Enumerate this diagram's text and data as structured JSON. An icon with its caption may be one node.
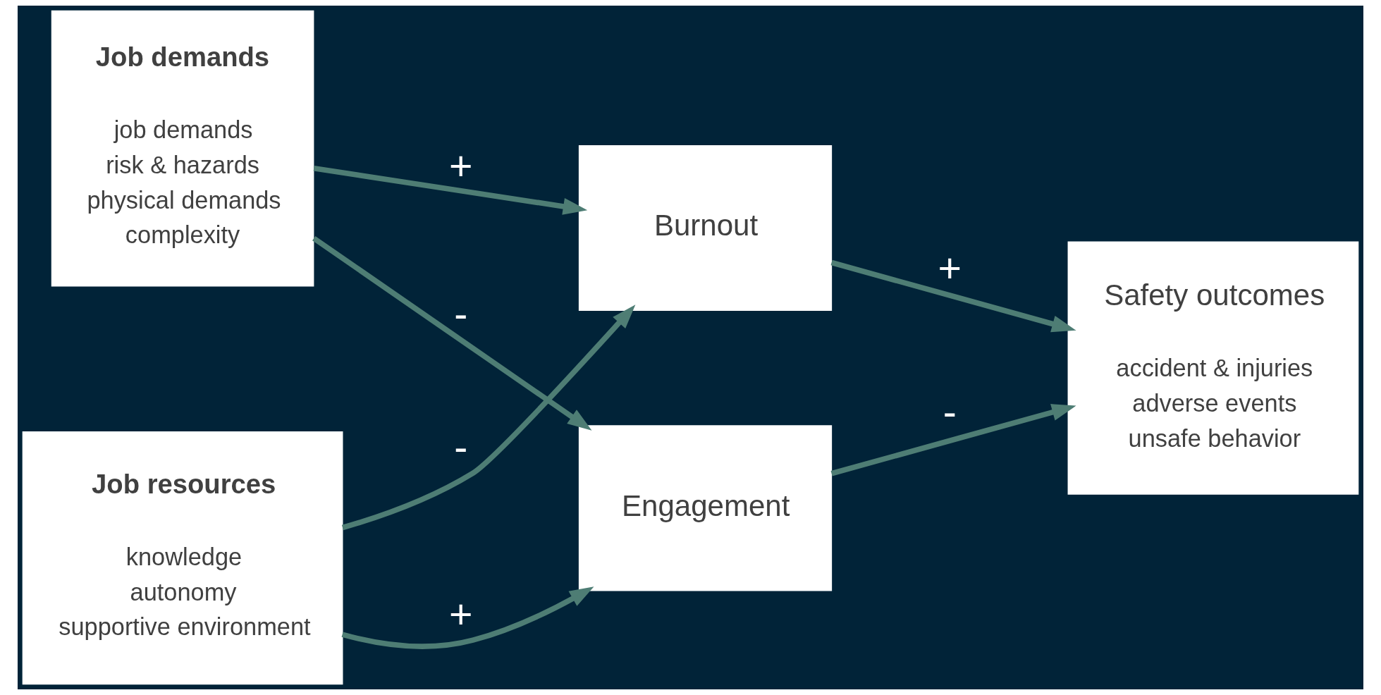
{
  "diagram": {
    "nodes": [
      {
        "text": [
          "Job demands",
          "job demands",
          "risk & hazards",
          "physical demands",
          "complexity"
        ]
      },
      {
        "text": [
          "Job resources",
          "knowledge",
          "autonomy",
          "supportive environment"
        ]
      },
      {
        "text": [
          "Burnout"
        ]
      },
      {
        "text": [
          "Engagement"
        ]
      },
      {
        "text": [
          "Safety outcomes",
          "accident & injuries",
          "adverse events",
          "unsafe behavior"
        ]
      }
    ],
    "edges": [
      {
        "from": 0,
        "to": 2,
        "arrow": "to",
        "label": "+"
      },
      {
        "from": 0,
        "to": 3,
        "arrow": "to",
        "label": "-"
      },
      {
        "from": 1,
        "to": 2,
        "arrow": "to",
        "label": "-"
      },
      {
        "from": 1,
        "to": 3,
        "arrow": "to",
        "label": "+"
      },
      {
        "from": 2,
        "to": 4,
        "arrow": "to",
        "label": "+"
      },
      {
        "from": 3,
        "to": 4,
        "arrow": "to",
        "label": "-"
      }
    ]
  }
}
